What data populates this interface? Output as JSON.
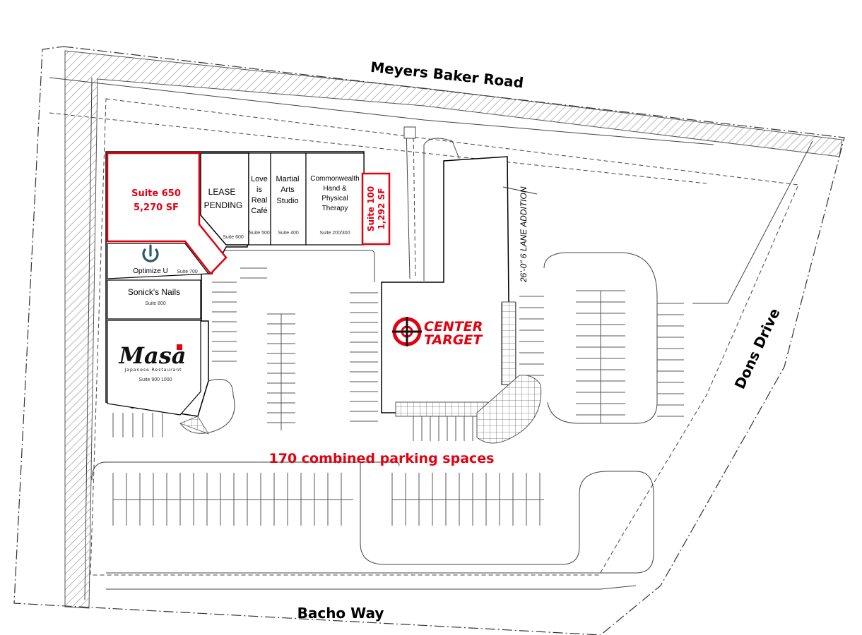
{
  "roads": {
    "north": "Meyers Baker Road",
    "south": "Bacho Way",
    "east": "Dons Drive"
  },
  "units": {
    "suite650": {
      "name": "Suite 650",
      "area": "5,270 SF"
    },
    "lease_pending": {
      "line1": "LEASE",
      "line2": "PENDING",
      "suite": "Suite 600"
    },
    "love_cafe": {
      "line1": "Love",
      "line2": "is",
      "line3": "Real",
      "line4": "Café",
      "suite": "Suite 500"
    },
    "martial_arts": {
      "line1": "Martial",
      "line2": "Arts",
      "line3": "Studio",
      "suite": "Suite 400"
    },
    "commonwealth": {
      "line1": "Commonwealth",
      "line2": "Hand &",
      "line3": "Physical",
      "line4": "Therapy",
      "suite": "Suite 200/300"
    },
    "suite100": {
      "name": "Suite 100",
      "area": "1,292 SF"
    },
    "optimize": {
      "name": "Optimize U",
      "suite": "Suite 700"
    },
    "sonicks": {
      "name": "Sonick's Nails",
      "suite": "Suite 800"
    },
    "masa": {
      "logo": "Masa",
      "tagline": "Japanese Restaurant",
      "suite": "Suite 900 1000"
    }
  },
  "anchor": {
    "line1": "CENTER",
    "line2": "TARGET",
    "icon": "target-crosshair-icon"
  },
  "lane_note": "26'-0\" 6 LANE ADDITION",
  "parking_note": "170 combined parking spaces",
  "colors": {
    "accent": "#e3000f",
    "line": "#333333"
  }
}
